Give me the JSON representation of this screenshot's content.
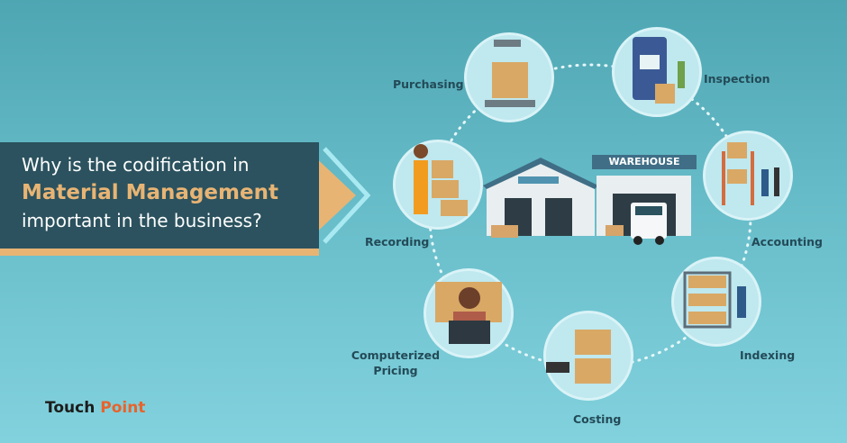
{
  "headline": {
    "line1": "Why is the codification in",
    "line2": "Material Management",
    "line3": "important in the business?"
  },
  "center": {
    "sign": "WAREHOUSE"
  },
  "steps": [
    {
      "label": "Purchasing"
    },
    {
      "label": "Inspection"
    },
    {
      "label": "Accounting"
    },
    {
      "label": "Indexing"
    },
    {
      "label": "Costing"
    },
    {
      "label": "Computerized Pricing"
    },
    {
      "label": "Recording"
    }
  ],
  "logo": {
    "part1": "Touch",
    "part2": "Point"
  },
  "colors": {
    "banner": "#2b525e",
    "accent": "#e8b474",
    "label": "#234a57",
    "logo_orange": "#e8632b"
  }
}
